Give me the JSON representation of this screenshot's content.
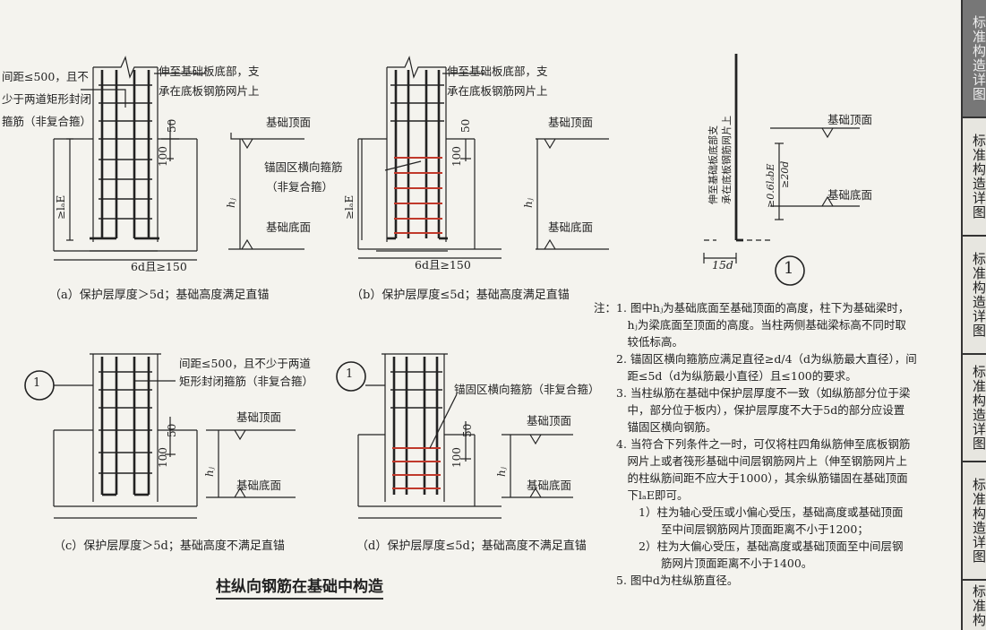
{
  "figure_a": {
    "spacing_note": [
      "间距≤500，且不",
      "少于两道矩形封闭",
      "箍筋（非复合箍）"
    ],
    "bar_note": [
      "伸至基础板底部，支",
      "承在底板钢筋网片上"
    ],
    "top_label": "基础顶面",
    "bottom_label": "基础底面",
    "dim_50": "50",
    "dim_100": "100",
    "dim_lae": "≥lₐE",
    "dim_hj": "hⱼ",
    "bend_note": "6d且≥150",
    "caption": "（a）保护层厚度＞5d；基础高度满足直锚"
  },
  "figure_b": {
    "bar_note": [
      "伸至基础板底部，支",
      "承在底板钢筋网片上"
    ],
    "stirrup_note": [
      "锚固区横向箍筋",
      "（非复合箍）"
    ],
    "top_label": "基础顶面",
    "bottom_label": "基础底面",
    "dim_50": "50",
    "dim_100": "100",
    "dim_lae": "≥lₐE",
    "dim_hj": "hⱼ",
    "bend_note": "6d且≥150",
    "caption": "（b）保护层厚度≤5d；基础高度满足直锚"
  },
  "figure_c": {
    "ref": "1",
    "spacing_note": [
      "间距≤500，且不少于两道",
      "矩形封闭箍筋（非复合箍）"
    ],
    "top_label": "基础顶面",
    "bottom_label": "基础底面",
    "dim_50": "50",
    "dim_100": "100",
    "dim_hj": "hⱼ",
    "caption": "（c）保护层厚度＞5d；基础高度不满足直锚"
  },
  "figure_d": {
    "ref": "1",
    "stirrup_note": "锚固区横向箍筋（非复合箍）",
    "top_label": "基础顶面",
    "bottom_label": "基础底面",
    "dim_50": "50",
    "dim_100": "100",
    "dim_hj": "hⱼ",
    "caption": "（d）保护层厚度≤5d；基础高度不满足直锚"
  },
  "detail_1": {
    "bar_note": [
      "伸至基础板底部支",
      "承在底板钢筋网片上"
    ],
    "dim_lab": "≥0.6lₐbE",
    "dim_20d": "≥20d",
    "top_label": "基础顶面",
    "bottom_label": "基础底面",
    "dim_15d": "15d",
    "number": "1"
  },
  "main_title": "柱纵向钢筋在基础中构造",
  "notes": [
    "注：1. 图中hⱼ为基础底面至基础顶面的高度，柱下为基础梁时，",
    "　　　hⱼ为梁底面至顶面的高度。当柱两侧基础梁标高不同时取",
    "　　　较低标高。",
    "　　2. 锚固区横向箍筋应满足直径≥d/4（d为纵筋最大直径），间",
    "　　　距≤5d（d为纵筋最小直径）且≤100的要求。",
    "　　3. 当柱纵筋在基础中保护层厚度不一致（如纵筋部分位于梁",
    "　　　中，部分位于板内），保护层厚度不大于5d的部分应设置",
    "　　　锚固区横向钢筋。",
    "　　4. 当符合下列条件之一时，可仅将柱四角纵筋伸至底板钢筋",
    "　　　网片上或者筏形基础中间层钢筋网片上（伸至钢筋网片上",
    "　　　的柱纵筋间距不应大于1000），其余纵筋锚固在基础顶面",
    "　　　下lₐE即可。",
    "　　　　1）柱为轴心受压或小偏心受压，基础高度或基础顶面",
    "　　　　　　至中间层钢筋网片顶面距离不小于1200；",
    "　　　　2）柱为大偏心受压，基础高度或基础顶面至中间层钢",
    "　　　　　　筋网片顶面距离不小于1400。",
    "　　5. 图中d为柱纵筋直径。"
  ],
  "side_tabs": [
    "标准构造详图",
    "标准构造详图",
    "标准构造详图",
    "标准构造详图",
    "标准构造详图",
    "标准构"
  ],
  "colors": {
    "ink": "#222222",
    "stirrup_red": "#c0392b",
    "paper": "#f4f3ee"
  }
}
